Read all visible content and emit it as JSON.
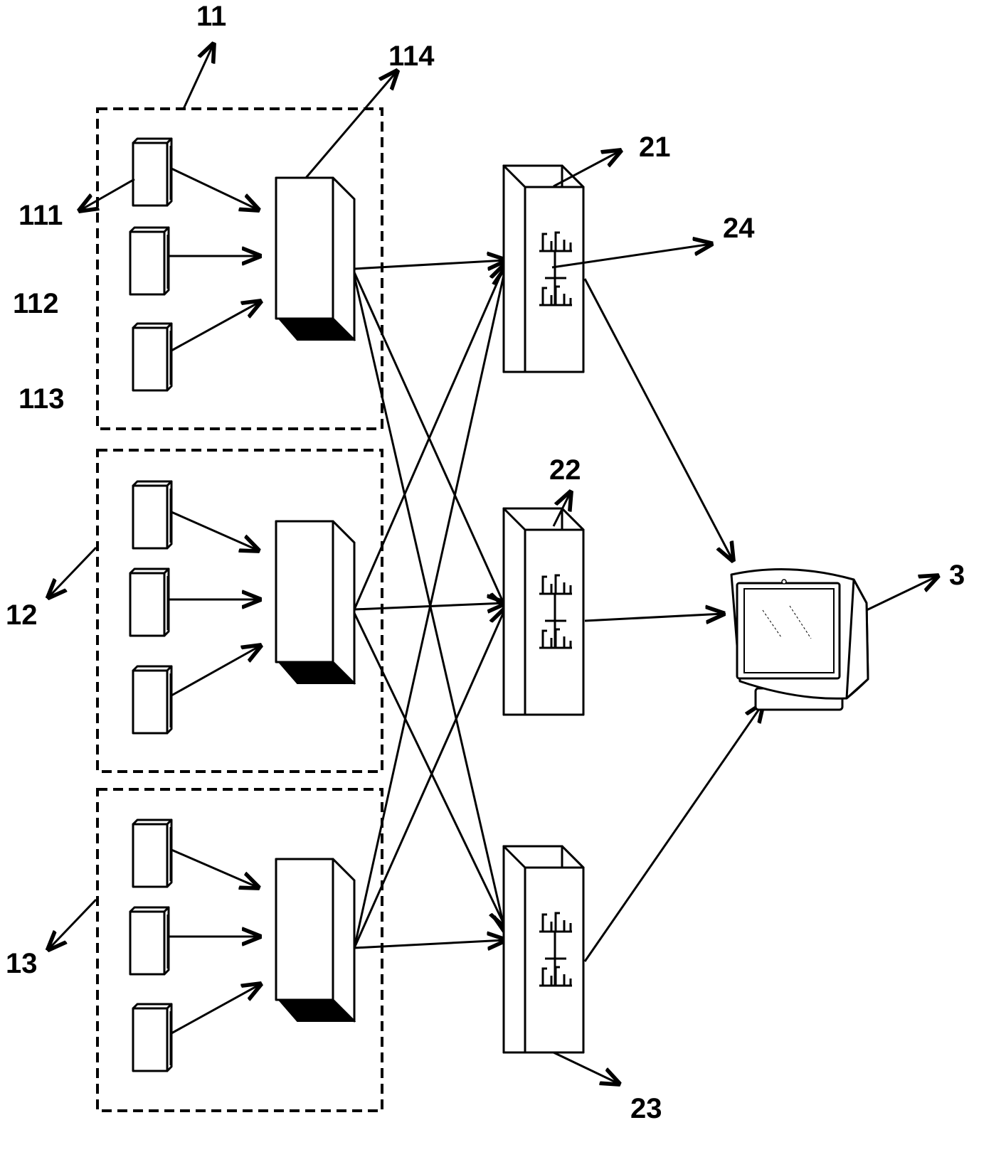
{
  "labels": {
    "group_top": "11",
    "collector": "114",
    "sensor_1": "111",
    "sensor_2": "112",
    "sensor_3": "113",
    "group_middle": "12",
    "group_bottom": "13",
    "station_top": "21",
    "station_middle": "22",
    "station_bottom": "23",
    "antenna": "24",
    "monitor": "3"
  },
  "colors": {
    "stroke": "#000000",
    "background": "#ffffff"
  }
}
